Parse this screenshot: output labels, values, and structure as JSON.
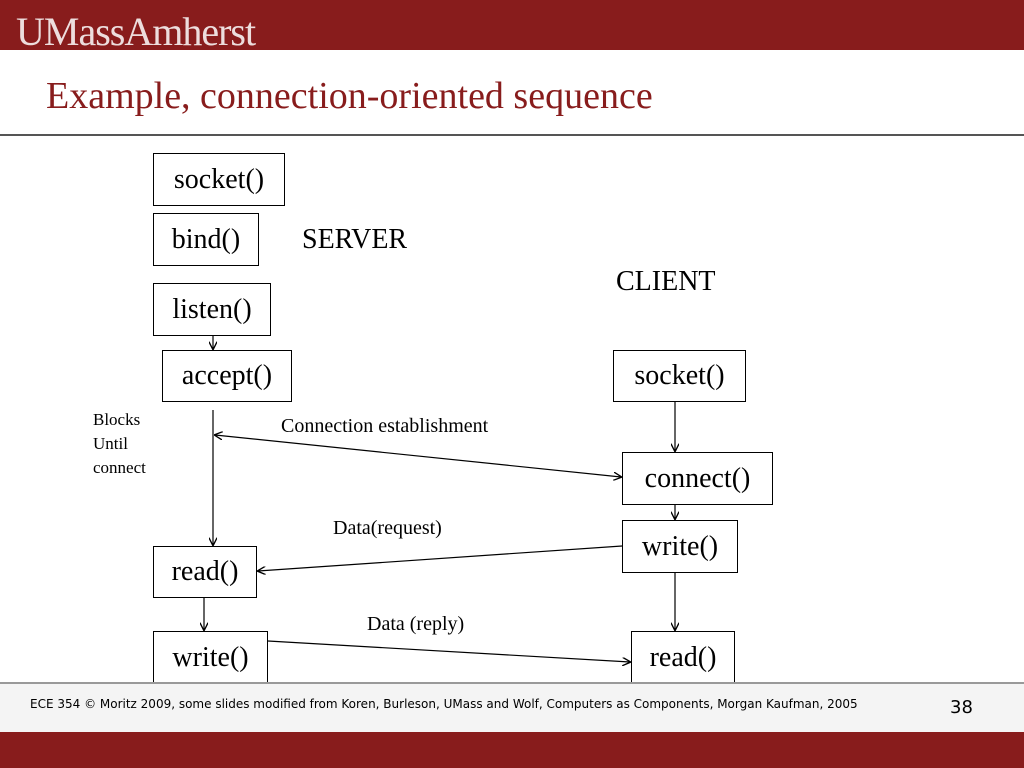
{
  "header": {
    "logo_text": "UMassAmherst",
    "brand_color": "#881c1c"
  },
  "title": "Example, connection-oriented sequence",
  "diagram": {
    "server_label": "SERVER",
    "client_label": "CLIENT",
    "server": {
      "socket": "socket()",
      "bind": "bind()",
      "listen": "listen()",
      "accept": "accept()",
      "read": "read()",
      "write": "write()"
    },
    "client": {
      "socket": "socket()",
      "connect": "connect()",
      "write": "write()",
      "read": "read()"
    },
    "blocks_note": "Blocks Until connect",
    "messages": {
      "connection": "Connection establishment",
      "request": "Data(request)",
      "reply": "Data (reply)"
    }
  },
  "footer": {
    "text": "ECE 354 © Moritz 2009,  some slides modified from Koren, Burleson, UMass and Wolf, Computers as Components, Morgan Kaufman, 2005",
    "page_number": "38"
  }
}
